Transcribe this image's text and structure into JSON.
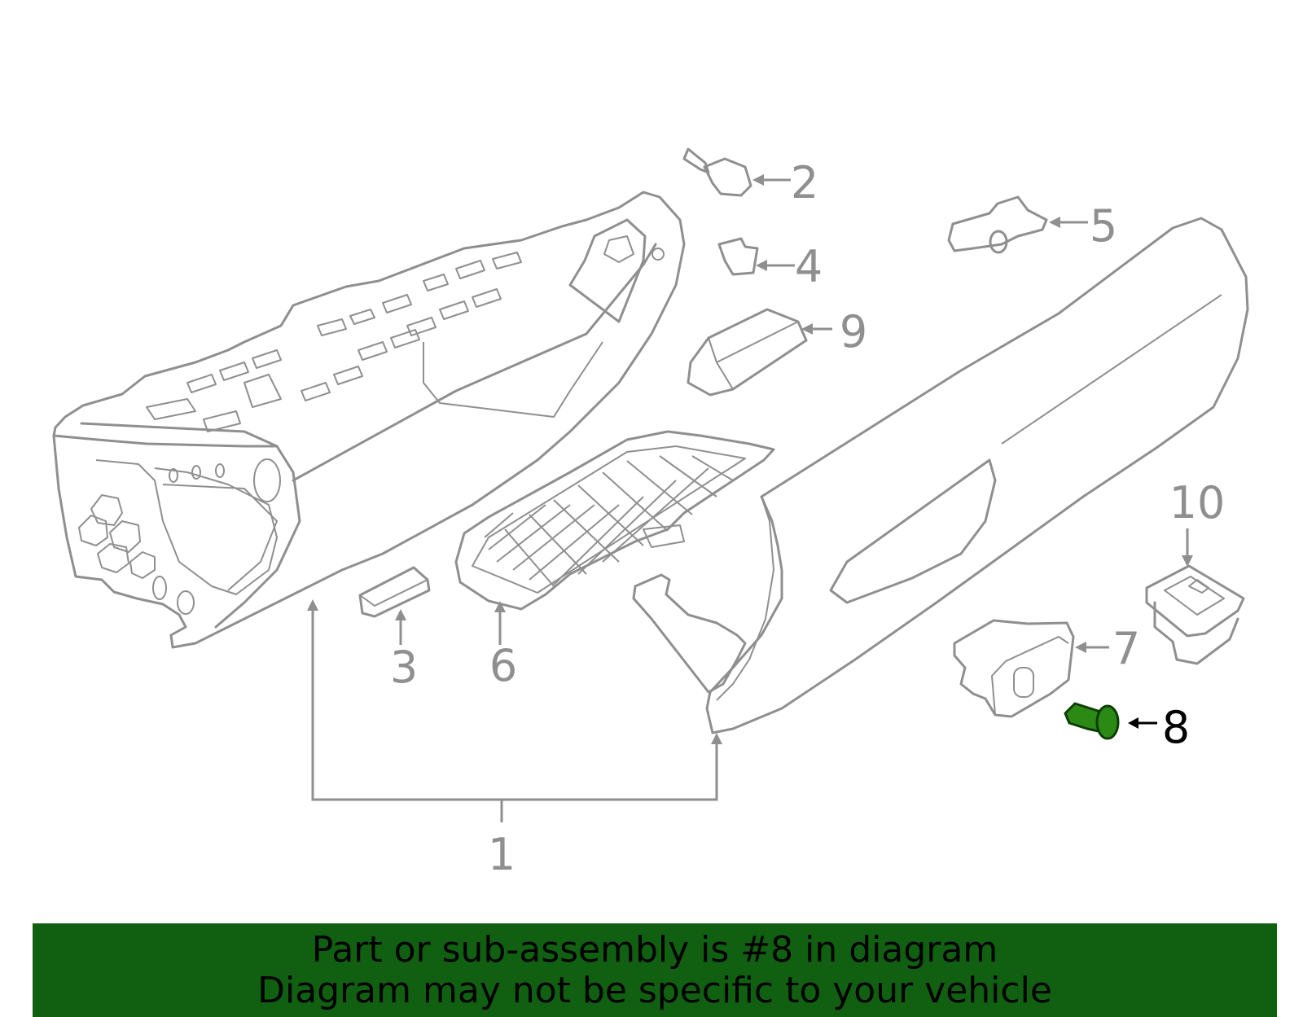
{
  "diagram": {
    "highlighted_part": "8",
    "highlight_color": "#2b8a14",
    "line_color": "#8f8f8f",
    "callouts": [
      "1",
      "2",
      "3",
      "4",
      "5",
      "6",
      "7",
      "8",
      "9",
      "10"
    ]
  },
  "banner": {
    "line1": "Part or sub-assembly is #8 in diagram",
    "line2": "Diagram may not be specific to your vehicle",
    "background": "#116011"
  }
}
